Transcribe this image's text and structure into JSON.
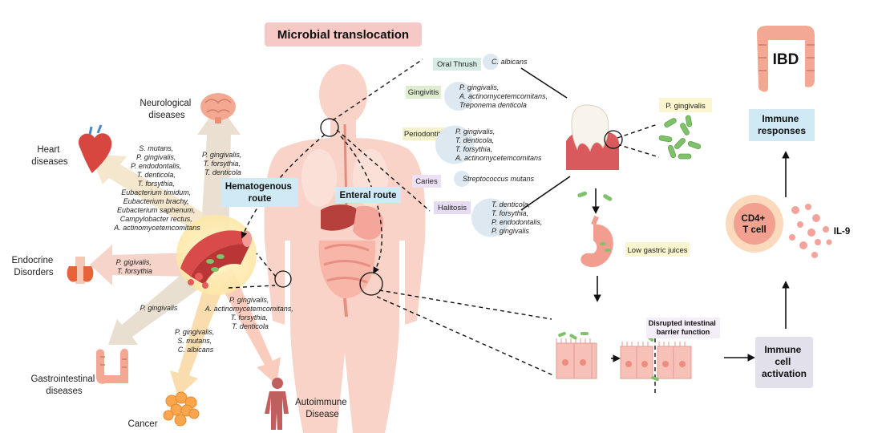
{
  "title": "Microbial translocation",
  "routes": {
    "hematogenous": [
      "Hematogenous",
      "route"
    ],
    "enteral": "Enteral route"
  },
  "diseases": {
    "neurological": [
      "Neurological",
      "diseases"
    ],
    "heart": [
      "Heart",
      "diseases"
    ],
    "endocrine": [
      "Endocrine",
      "Disorders"
    ],
    "gastro": [
      "Gastrointestinal",
      "diseases"
    ],
    "cancer": "Cancer",
    "autoimmune": [
      "Autoimmune",
      "Disease"
    ]
  },
  "bacteria": {
    "heart": [
      "S. mutans,",
      "P. gingivalis,",
      "P. endodontalis,",
      "T. denticola,",
      "T. forsythia,",
      "Eubacterium timidum,",
      "Eubacterium brachy,",
      "Eubacterium saphenum,",
      "Campylobacter rectus,",
      "A. actinomycetemcomitans"
    ],
    "neuro": [
      "P. gingivalis,",
      "T. forsythia,",
      "T. denticola"
    ],
    "endocrine": [
      "P. gigivalis,",
      "T. forsythia"
    ],
    "gastro": [
      "P. gingivalis"
    ],
    "cancer": [
      "P. gingivalis,",
      "S. mutans,",
      "C. albicans"
    ],
    "autoimmune": [
      "P. gingivalis,",
      "A. actinomycetemcomitans,",
      "T. forsythia,",
      "T. denticola"
    ]
  },
  "oral_conditions": [
    {
      "name": "Oral Thrush",
      "bacteria": [
        "C. albicans"
      ],
      "color": "#d6ece4"
    },
    {
      "name": "Gingivitis",
      "bacteria": [
        "P. gingivalis,",
        "A. actinomycetemcomitans,",
        "Treponema denticola"
      ],
      "color": "#e0ecd0"
    },
    {
      "name": "Periodontitis",
      "bacteria": [
        "P. gingivalis,",
        "T. denticola,",
        "T. forsythia,",
        "A. actinomycetemcomitans"
      ],
      "color": "#f4f2cc"
    },
    {
      "name": "Caries",
      "bacteria": [
        "Streptococcus mutans"
      ],
      "color": "#ece0f4"
    },
    {
      "name": "Halitosis",
      "bacteria": [
        "T. denticola,",
        "T. forsythia,",
        "P. endodontalis,",
        "P. gingivalis"
      ],
      "color": "#e6dcf2"
    }
  ],
  "right_panel": {
    "pg_label": "P. gingivalis",
    "gastric": "Low gastric juices",
    "barrier": [
      "Disrupted intestinal",
      "barrier function"
    ],
    "activation": [
      "Immune",
      "cell",
      "activation"
    ],
    "cd4": [
      "CD4+",
      "T cell"
    ],
    "il9": "IL-9",
    "responses": [
      "Immune",
      "responses"
    ],
    "ibd": "IBD"
  },
  "colors": {
    "title_bg": "#f6c9c6",
    "route_bg": "#cfeaf4",
    "activation_bg": "#e2e0ea",
    "body": "#f9d3c8",
    "arrow_beige": "#e8d8c2",
    "arrow_pink": "#f6c2b6",
    "arrow_orange": "#f9d39a"
  }
}
